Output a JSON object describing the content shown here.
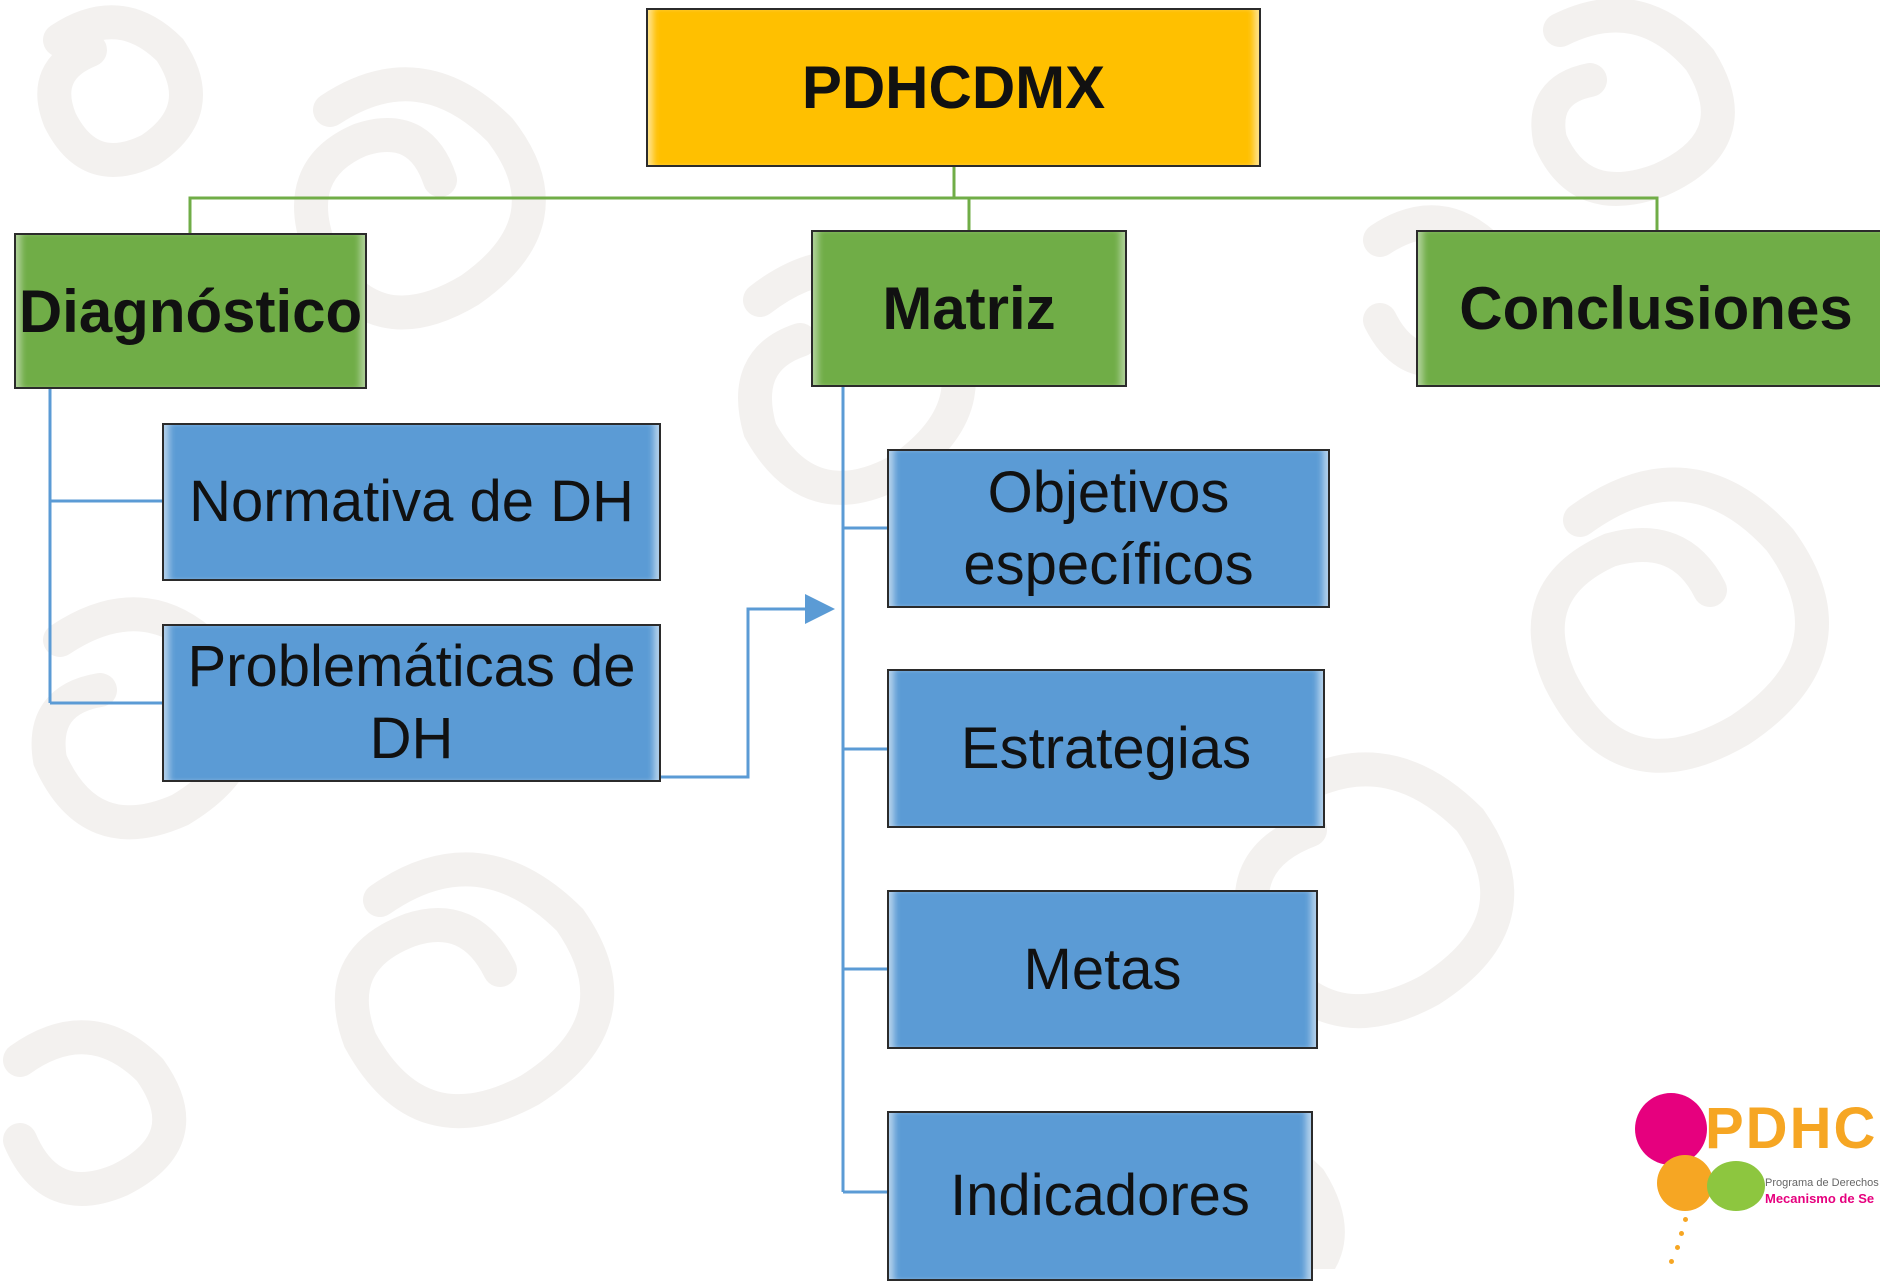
{
  "diagram": {
    "root": {
      "label": "PDHCDMX"
    },
    "sections": [
      {
        "label": "Diagnóstico"
      },
      {
        "label": "Matriz"
      },
      {
        "label": "Conclusiones"
      }
    ],
    "diagnostico_items": [
      {
        "label": "Normativa de DH"
      },
      {
        "label_line1": "Problemáticas de",
        "label_line2": "DH"
      }
    ],
    "matriz_items": [
      {
        "label_line1": "Objetivos",
        "label_line2": "específicos"
      },
      {
        "label": "Estrategias"
      },
      {
        "label": "Metas"
      },
      {
        "label": "Indicadores"
      }
    ]
  },
  "logo": {
    "text": "PDHC",
    "subtitle1": "Programa de Derechos H",
    "subtitle2": "Mecanismo de Se"
  },
  "colors": {
    "root": "#ffc000",
    "section": "#70ad47",
    "item": "#5b9bd5",
    "connector_green": "#70ad47",
    "connector_blue": "#5b9bd5",
    "background_swirl": "#f3f1ef"
  }
}
